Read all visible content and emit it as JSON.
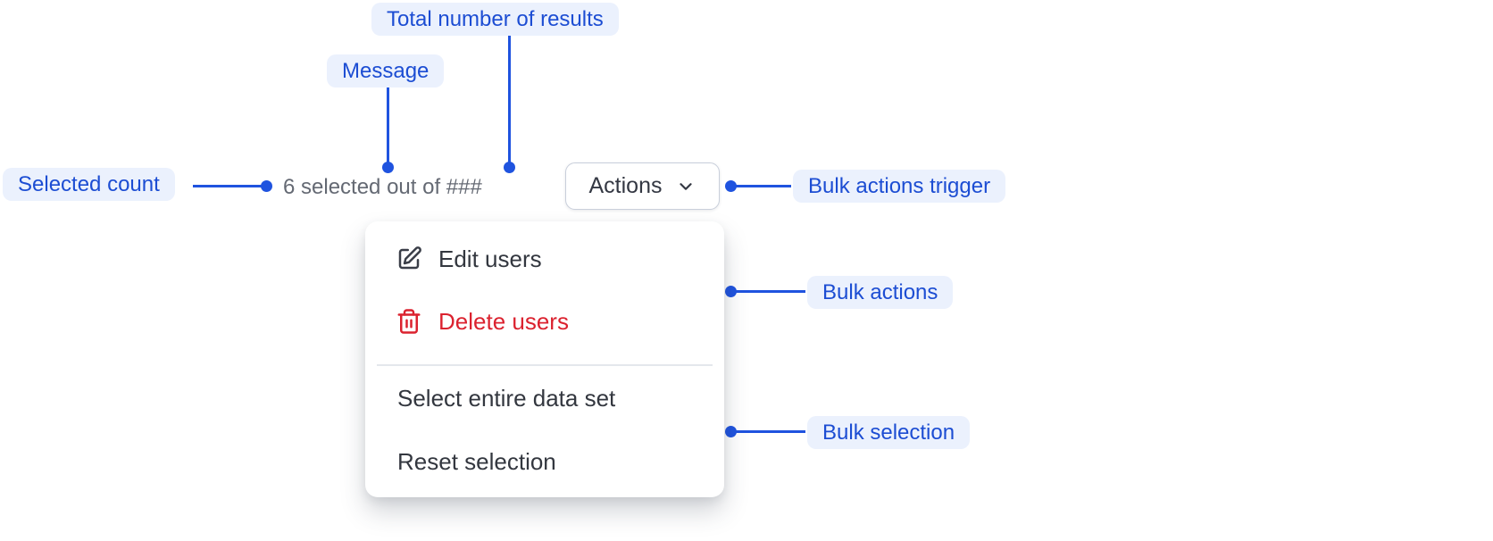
{
  "colors": {
    "annotation_blue": "#1F53DF",
    "annotation_label_text": "#1C4DD3",
    "annotation_label_bg": "#EBF1FD",
    "muted_message_text": "#646973",
    "menu_text": "#33373F",
    "danger_red": "#DB222F",
    "button_border": "#C9CFDB",
    "divider": "#E4E7EC"
  },
  "annotations": {
    "total_results": "Total number of results",
    "message": "Message",
    "selected_count": "Selected count",
    "bulk_actions_trigger": "Bulk actions trigger",
    "bulk_actions": "Bulk actions",
    "bulk_selection": "Bulk selection"
  },
  "component": {
    "selection_message": "6 selected out of ###",
    "actions_button": {
      "label": "Actions",
      "icon": "chevron-down-icon"
    },
    "menu": {
      "items": [
        {
          "label": "Edit users",
          "icon": "edit-pencil-icon",
          "tone": "default"
        },
        {
          "label": "Delete users",
          "icon": "trash-icon",
          "tone": "danger"
        },
        {
          "divider": true
        },
        {
          "label": "Select entire data set",
          "icon": null,
          "tone": "default"
        },
        {
          "label": "Reset selection",
          "icon": null,
          "tone": "default"
        }
      ]
    }
  }
}
